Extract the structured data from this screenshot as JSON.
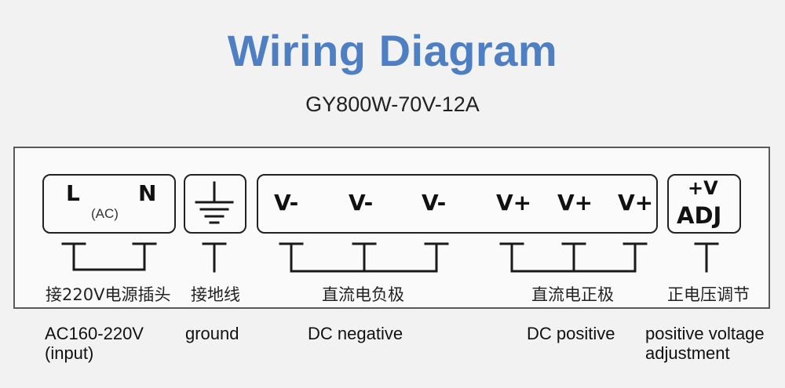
{
  "title": "Wiring Diagram",
  "model": "GY800W-70V-12A",
  "terminals": {
    "ac": {
      "L": "L",
      "N": "N",
      "ac": "(AC)"
    },
    "ground_symbol": "ground-icon",
    "dc": [
      "V-",
      "V-",
      "V-",
      "V+",
      "V+",
      "V+"
    ],
    "adj": {
      "top": "+V",
      "bottom": "ADJ"
    }
  },
  "cn_labels": {
    "ac": "接220V电源插头",
    "ground": "接地线",
    "negative": "直流电负极",
    "positive": "直流电正极",
    "adj": "正电压调节"
  },
  "en_labels": {
    "ac_line1": "AC160-220V",
    "ac_line2": "(input)",
    "ground": "ground",
    "negative": "DC negative",
    "positive": "DC positive",
    "adj_line1": "positive voltage",
    "adj_line2": "adjustment"
  }
}
